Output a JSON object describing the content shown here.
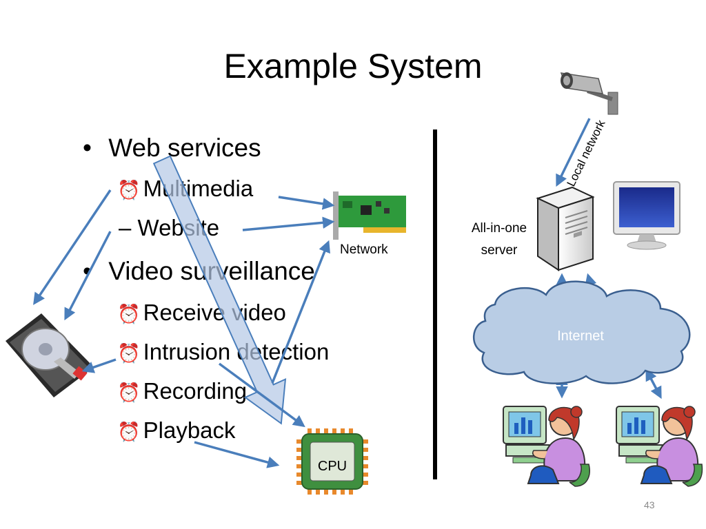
{
  "slide": {
    "title": "Example System",
    "page_number": "43"
  },
  "bullets": [
    {
      "label": "Web services",
      "marker": "•",
      "subitems": [
        {
          "marker": "⏰",
          "label": "Multimedia"
        },
        {
          "marker": "–",
          "label": "Website"
        }
      ]
    },
    {
      "label": "Video surveillance",
      "marker": "•",
      "subitems": [
        {
          "marker": "⏰",
          "label": "Receive video"
        },
        {
          "marker": "⏰",
          "label": "Intrusion detection"
        },
        {
          "marker": "⏰",
          "label": "Recording"
        },
        {
          "marker": "⏰",
          "label": "Playback"
        }
      ]
    }
  ],
  "labels": {
    "network": "Network",
    "cpu": "CPU",
    "server_line1": "All-in-one",
    "server_line2": "server",
    "local_network": "Local network",
    "internet": "Internet"
  },
  "colors": {
    "arrow": "#4a7ebb",
    "cloud_fill": "#b9cde5",
    "cloud_stroke": "#3a5f8f",
    "big_arrow_fill": "#b3c8e6",
    "nic_board": "#2e9a3c",
    "cpu_body": "#3f8f3f",
    "cpu_pins": "#e8892c"
  },
  "icons": {
    "hard_drive": "hard-drive-icon",
    "network_card": "network-card-icon",
    "cpu": "cpu-chip-icon",
    "camera": "security-camera-icon",
    "server": "server-tower-icon",
    "monitor": "monitor-icon",
    "user": "user-at-computer-icon"
  }
}
